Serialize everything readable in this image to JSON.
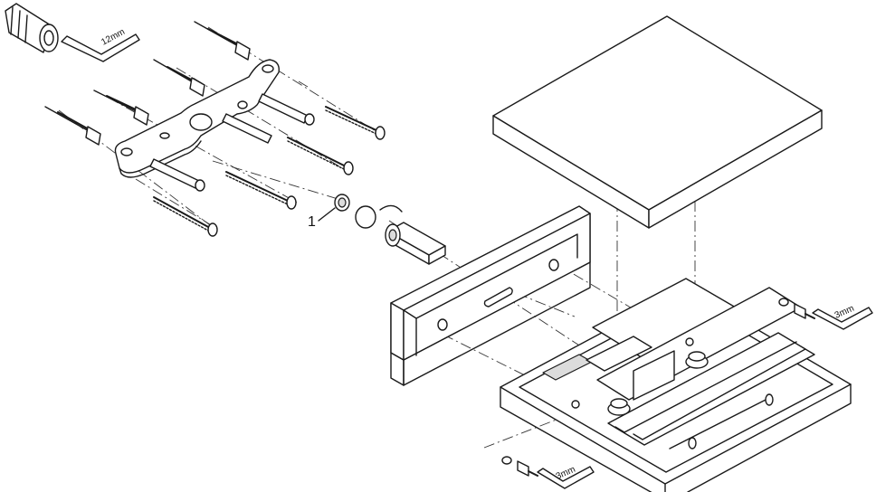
{
  "diagram": {
    "part_label": "1",
    "wrench_top": "12mm",
    "wrench_right": "3mm",
    "wrench_bottom": "3mm"
  }
}
